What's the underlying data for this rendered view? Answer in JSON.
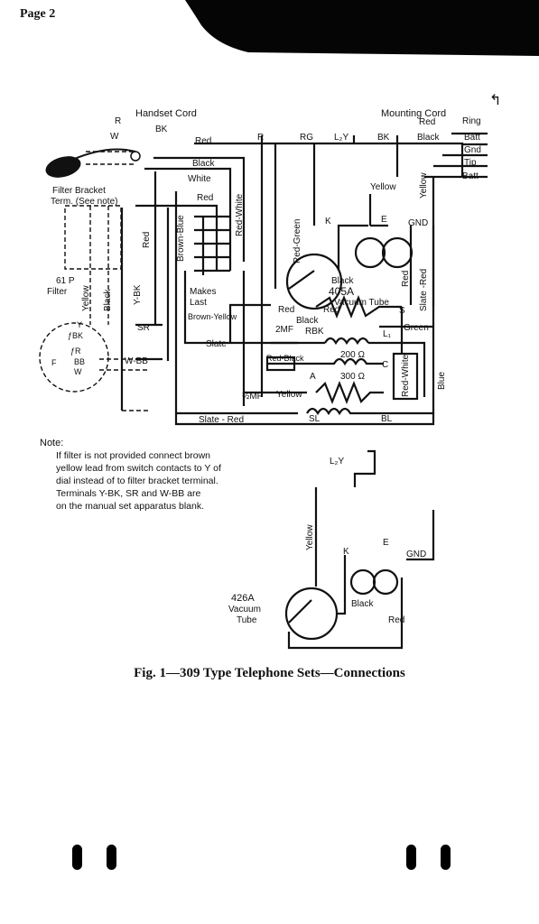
{
  "page": {
    "header": "Page 2"
  },
  "labels": {
    "handset_cord": "Handset Cord",
    "mounting_cord": "Mounting Cord",
    "R": "R",
    "W": "W",
    "BK": "BK",
    "Red": "Red",
    "Black": "Black",
    "White": "White",
    "Ring": "Ring",
    "Batt": "Batt",
    "Gnd": "Gnd",
    "Tip": "Tip",
    "filter_bracket": "Filter Bracket",
    "term_see_note": "Term. (See note)",
    "RG": "RG",
    "L2Y": "L₂Y",
    "Yellow": "Yellow",
    "Green": "Green",
    "K": "K",
    "E": "E",
    "GND": "GND",
    "Brown_Blue": "Brown-Blue",
    "Red_White": "Red-White",
    "Red_Green": "Red-Green",
    "Slate_Red": "Slate -Red",
    "Slate_Red_bottom": "Slate - Red",
    "Y_BK": "Y-BK",
    "filter_61p_1": "61 P",
    "filter_61p_2": "Filter",
    "makes_last_1": "Makes",
    "makes_last_2": "Last",
    "brown_yellow": "Brown-Yellow",
    "tube_405a": "405A",
    "vacuum_tube": "Vacuum Tube",
    "S": "S",
    "L1": "L₁",
    "SR": "SR",
    "Slate": "Slate",
    "twoMF": "2MF",
    "RBK": "RBK",
    "Red_Black": "Red-Black",
    "ohm200": "200 Ω",
    "ohm300": "300 Ω",
    "A": "A",
    "C": "C",
    "halfMF": "½MF",
    "Blue": "Blue",
    "W_BB": "W-BB",
    "SL": "SL",
    "BL": "BL",
    "dial_Y": "Y",
    "dial_BK": "ƒBK",
    "dial_R": "ƒR",
    "dial_BB": "BB",
    "dial_W": "W",
    "F": "F",
    "reference_mark": "↰"
  },
  "lower_diagram": {
    "L2Y": "L₂Y",
    "Yellow": "Yellow",
    "K": "K",
    "E": "E",
    "GND": "GND",
    "Black": "Black",
    "Red": "Red",
    "tube_1": "426A",
    "tube_2": "Vacuum",
    "tube_3": "Tube"
  },
  "note": {
    "title": "Note:",
    "lines": [
      "If filter is not provided connect brown",
      "yellow lead from switch contacts to Y of",
      "dial instead of to filter bracket terminal.",
      "Terminals Y-BK, SR and W-BB are",
      "on the manual set apparatus blank."
    ]
  },
  "caption": "Fig. 1—309 Type Telephone Sets—Connections"
}
